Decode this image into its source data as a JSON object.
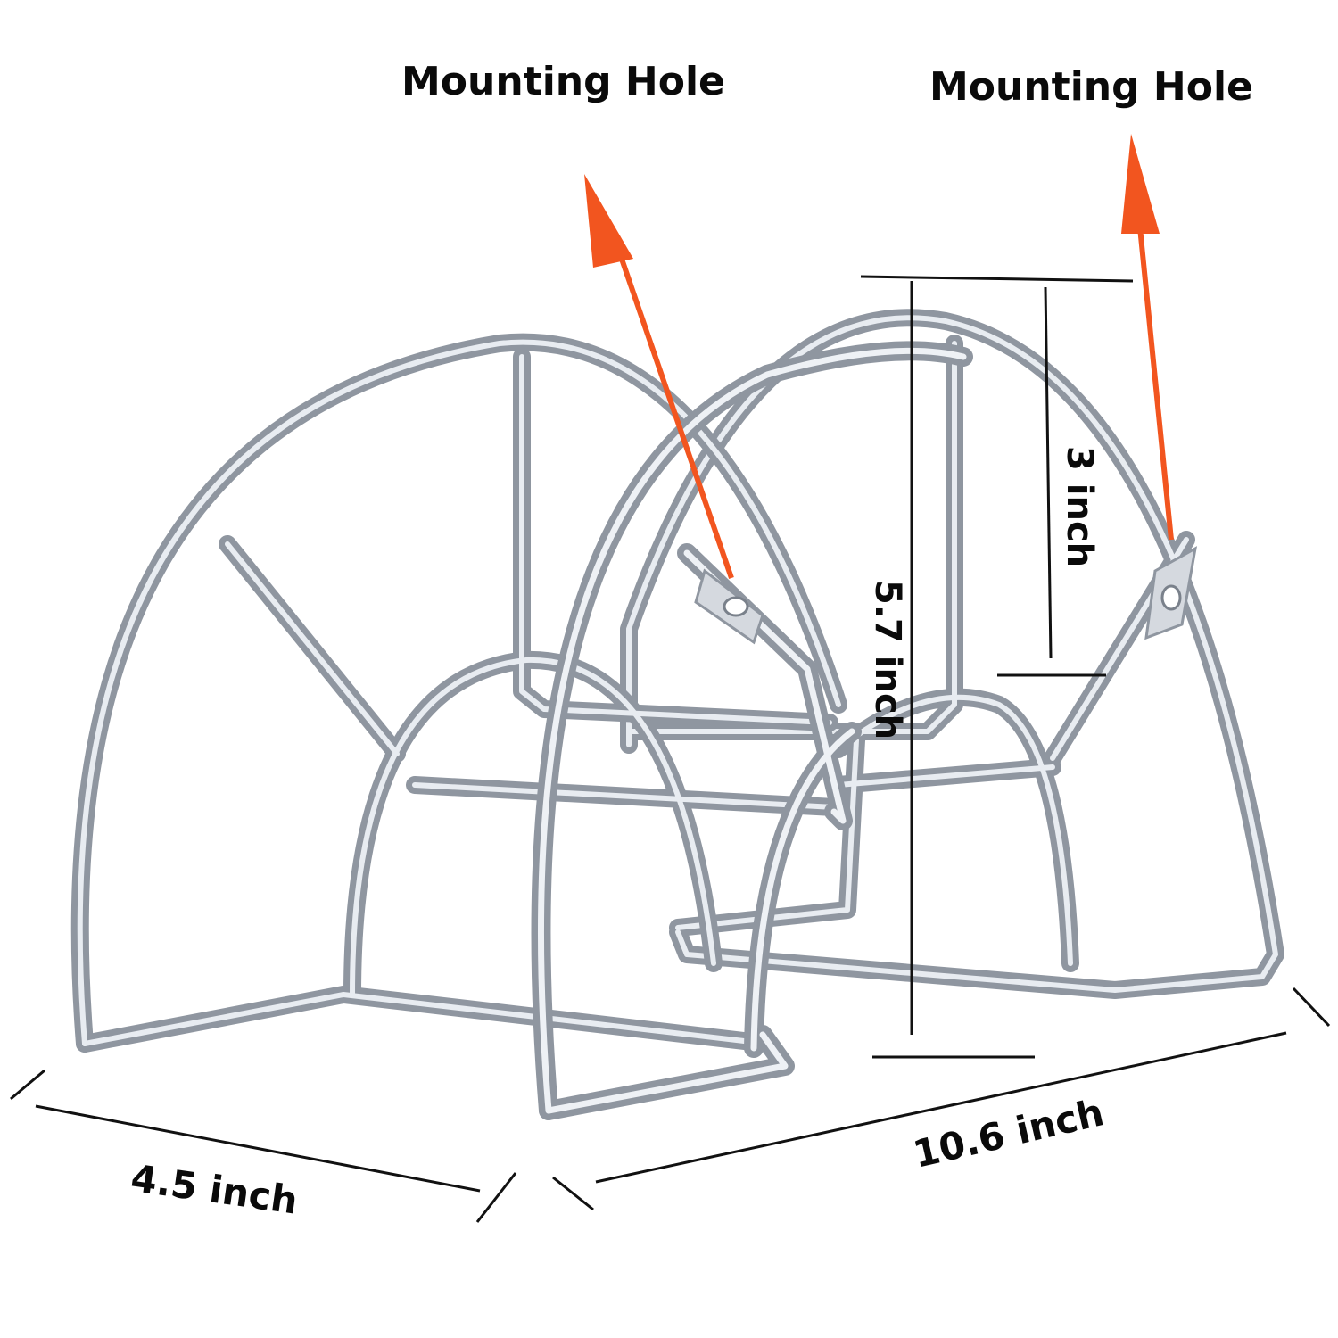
{
  "callouts": {
    "left": "Mounting Hole",
    "right": "Mounting Hole"
  },
  "dimensions": {
    "width": "4.5 inch",
    "length": "10.6 inch",
    "height": "5.7 inch",
    "hole_spacing": "3 inch"
  },
  "colors": {
    "arrow": "#f2551f",
    "metal_dark": "#8f96a0",
    "metal_light": "#e9edf2",
    "dimension_line": "#111111"
  }
}
